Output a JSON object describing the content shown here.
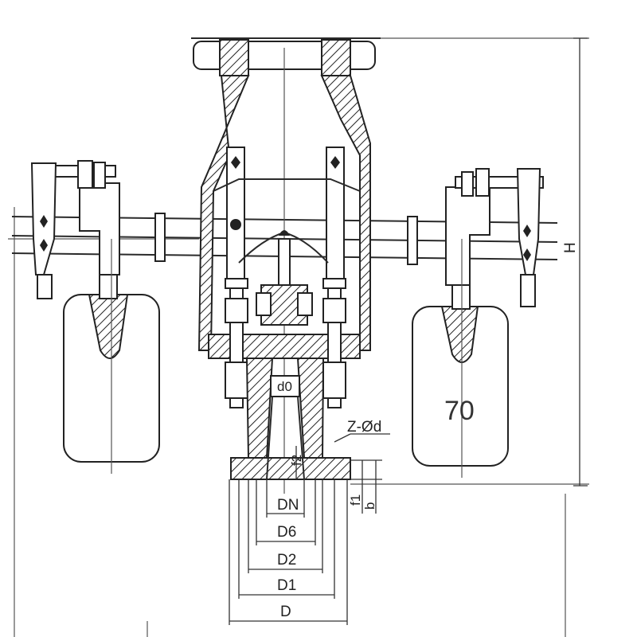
{
  "labels": {
    "d0": "d0",
    "z_od": "Z-Ød",
    "f2": "f2",
    "f1": "f1",
    "b": "b",
    "dn": "DN",
    "d6": "D6",
    "d2": "D2",
    "d1": "D1",
    "d": "D",
    "h": "H",
    "weight": "70"
  }
}
